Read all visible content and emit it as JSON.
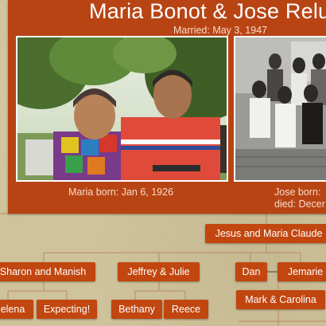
{
  "header": {
    "title": "Maria Bonot & Jose Relu",
    "married": "Married: May 3, 1947"
  },
  "photos": {
    "left_caption": "Maria born: Jan 6, 1926",
    "right_caption_line1": "Jose born:",
    "right_caption_line2": "died: Decer"
  },
  "tree": {
    "root": "Jesus and Maria Claude",
    "gen2": [
      "Sharon and Manish",
      "Jeffrey & Julie",
      "Dan",
      "Jemarie"
    ],
    "gen3": [
      "elena",
      "Expecting!",
      "Bethany",
      "Reece",
      "Mark & Carolina"
    ]
  }
}
